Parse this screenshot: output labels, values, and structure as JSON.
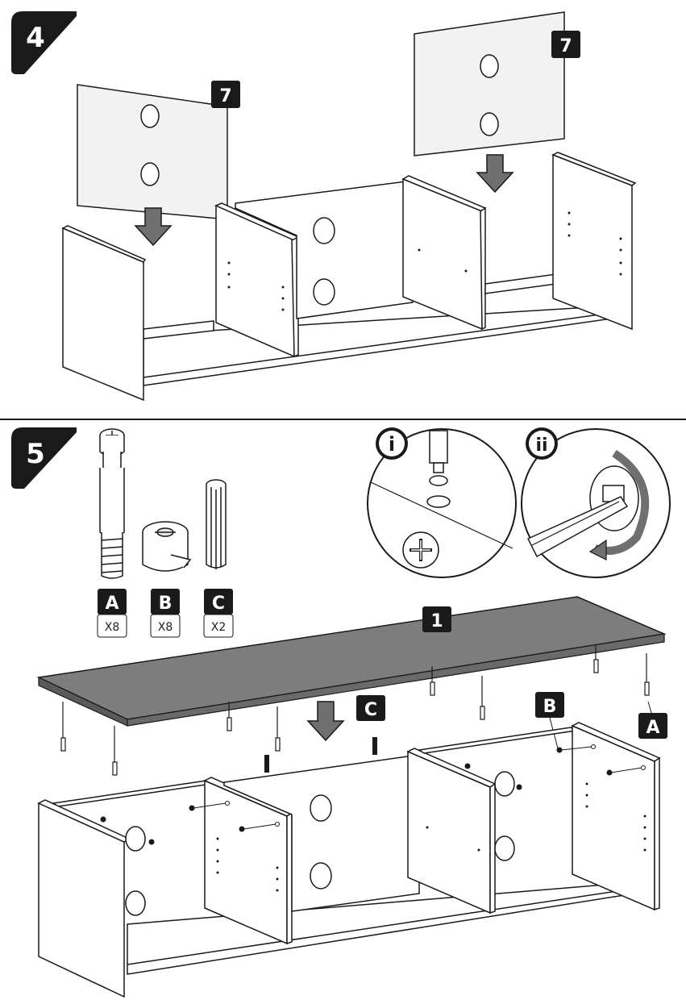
{
  "steps": [
    {
      "number": "4"
    },
    {
      "number": "5"
    }
  ],
  "step4": {
    "panel_label_left": "7",
    "panel_label_right": "7"
  },
  "step5": {
    "parts": [
      {
        "letter": "A",
        "qty": "X8"
      },
      {
        "letter": "B",
        "qty": "X8"
      },
      {
        "letter": "C",
        "qty": "X2"
      }
    ],
    "detail_i": "i",
    "detail_ii": "ii",
    "top_panel_label": "1",
    "callout_c": "C",
    "callout_b": "B",
    "callout_a": "A"
  },
  "colors": {
    "ink": "#1a1a1a",
    "top_panel": "#7d7d7d",
    "panel_light": "#f2f2f2",
    "arrow": "#6f6f6f"
  }
}
